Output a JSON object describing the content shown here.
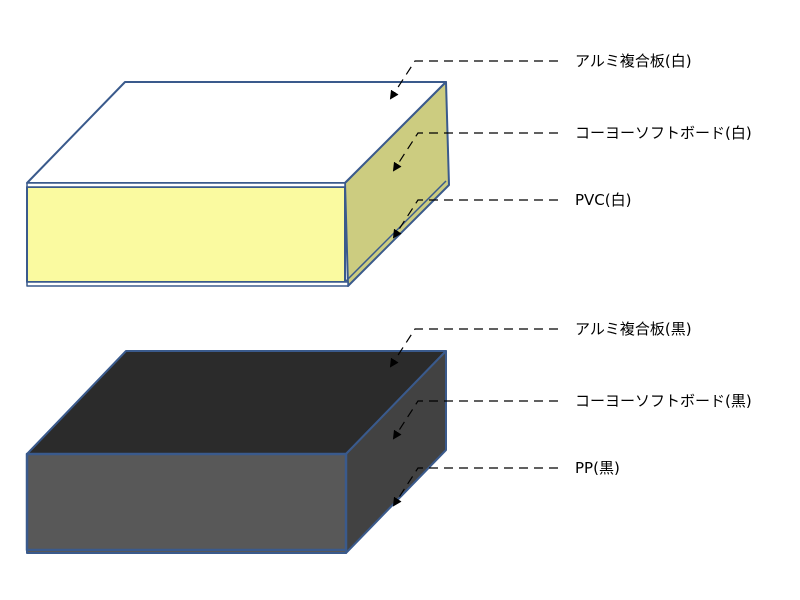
{
  "colors": {
    "outline": "#3a5a8c",
    "white_top": "#ffffff",
    "white_front": "#fafaa0",
    "white_side": "#cccc80",
    "black_top": "#2b2b2b",
    "black_front": "#585858",
    "black_side": "#424242",
    "arrow": "#000000"
  },
  "white_panel": {
    "labels": {
      "top": "アルミ複合板(白)",
      "core": "コーヨーソフトボード(白)",
      "bottom": "PVC(白)"
    }
  },
  "black_panel": {
    "labels": {
      "top": "アルミ複合板(黒)",
      "core": "コーヨーソフトボード(黒)",
      "bottom": "PP(黒)"
    }
  }
}
